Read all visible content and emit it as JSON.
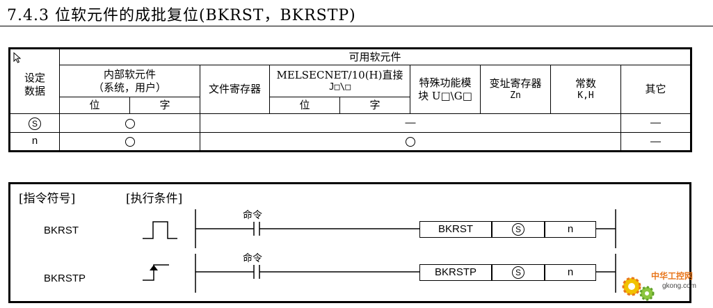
{
  "title": "7.4.3 位软元件的成批复位(BKRST，BKRSTP)",
  "table": {
    "setting_header": [
      "设定",
      "数据"
    ],
    "available_devices": "可用软元件",
    "internal": [
      "内部软元件",
      "（系统，用户）"
    ],
    "bit": "位",
    "word": "字",
    "file_register": "文件寄存器",
    "melsecnet": [
      "MELSECNET/10(H)直接",
      "J□\\□"
    ],
    "special_module": [
      "特殊功能模",
      "块 U□\\G□"
    ],
    "index_register": [
      "变址寄存器",
      "Zn"
    ],
    "constant": [
      "常数",
      "K,H"
    ],
    "other": "其它",
    "rows": [
      {
        "label": "S",
        "internal": "○",
        "mid": "—",
        "other": "—"
      },
      {
        "label": "n",
        "internal": "○",
        "mid": "○",
        "other": "—"
      }
    ]
  },
  "ladder": {
    "symbol_header": "[指令符号]",
    "condition_header": "[执行条件]",
    "contact_label": "命令",
    "instructions": [
      {
        "name": "BKRST",
        "box_name": "BKRST",
        "arg1": "S",
        "arg2": "n"
      },
      {
        "name": "BKRSTP",
        "box_name": "BKRSTP",
        "arg1": "S",
        "arg2": "n"
      }
    ]
  },
  "watermark": {
    "brand": "中华工控网",
    "domain": "gkong.com"
  },
  "colors": {
    "watermark_orange": "#e8761c",
    "gear_yellow": "#f2c200"
  }
}
